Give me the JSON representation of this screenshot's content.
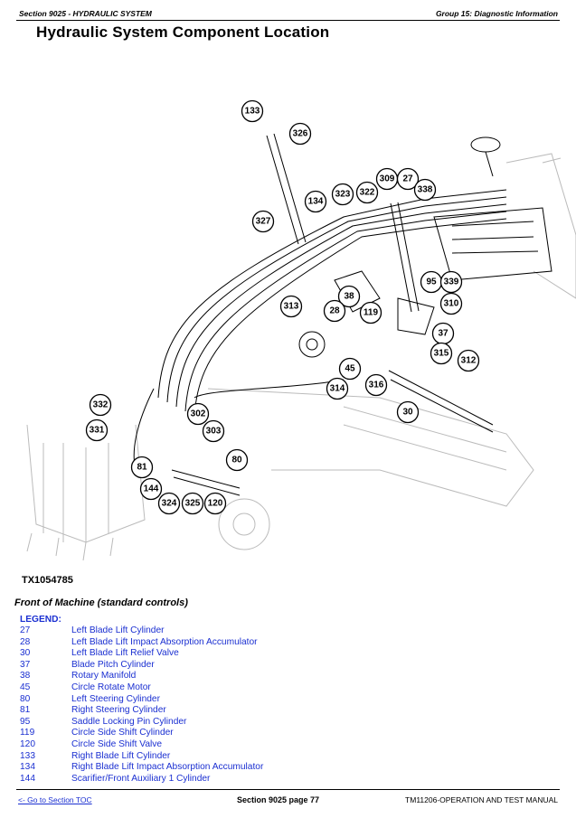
{
  "header": {
    "section": "Section 9025 - HYDRAULIC SYSTEM",
    "group": "Group 15: Diagnostic Information"
  },
  "title": "Hydraulic System Component Location",
  "figure": {
    "id": "TX1054785",
    "callouts": [
      "133",
      "326",
      "327",
      "134",
      "323",
      "322",
      "309",
      "27",
      "338",
      "95",
      "339",
      "310",
      "38",
      "28",
      "119",
      "313",
      "37",
      "315",
      "312",
      "45",
      "314",
      "316",
      "30",
      "332",
      "302",
      "331",
      "303",
      "81",
      "80",
      "144",
      "324",
      "325",
      "120"
    ]
  },
  "caption": "Front of Machine (standard controls)",
  "legend": {
    "title": "LEGEND:",
    "items": [
      {
        "num": "27",
        "label": "Left Blade Lift Cylinder"
      },
      {
        "num": "28",
        "label": "Left Blade Lift Impact Absorption Accumulator"
      },
      {
        "num": "30",
        "label": "Left Blade Lift Relief Valve"
      },
      {
        "num": "37",
        "label": "Blade Pitch Cylinder"
      },
      {
        "num": "38",
        "label": "Rotary Manifold"
      },
      {
        "num": "45",
        "label": "Circle Rotate Motor"
      },
      {
        "num": "80",
        "label": "Left Steering Cylinder"
      },
      {
        "num": "81",
        "label": "Right Steering Cylinder"
      },
      {
        "num": "95",
        "label": "Saddle Locking Pin Cylinder"
      },
      {
        "num": "119",
        "label": "Circle Side Shift Cylinder"
      },
      {
        "num": "120",
        "label": "Circle Side Shift Valve"
      },
      {
        "num": "133",
        "label": "Right Blade Lift Cylinder"
      },
      {
        "num": "134",
        "label": "Right Blade Lift Impact Absorption Accumulator"
      },
      {
        "num": "144",
        "label": "Scarifier/Front Auxiliary 1 Cylinder"
      }
    ]
  },
  "footer": {
    "toc_link": "<- Go to Section TOC",
    "page": "Section 9025 page 77",
    "manual": "TM11206-OPERATION AND TEST MANUAL"
  }
}
